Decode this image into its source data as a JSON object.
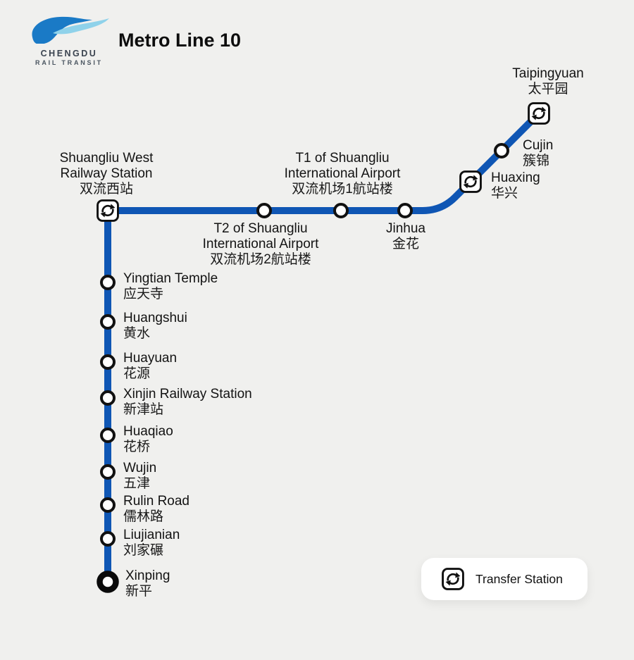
{
  "header": {
    "logo": {
      "name_line1": "CHENGDU",
      "name_line2": "RAIL TRANSIT",
      "swoosh_dark": "#1a7ac6",
      "swoosh_light": "#8fd2ea"
    },
    "title": "Metro Line 10"
  },
  "line": {
    "name": "Metro Line 10",
    "color": "#0f56b4"
  },
  "colors": {
    "background": "#f0f0ee",
    "marker_stroke": "#111111",
    "marker_fill": "#ffffff"
  },
  "legend": {
    "transfer_label": "Transfer Station",
    "transfer_icon": "circular-arrows"
  },
  "stations": [
    {
      "en": "Taipingyuan",
      "zh": "太平园",
      "type": "transfer"
    },
    {
      "en": "Cujin",
      "zh": "簇锦",
      "type": "regular"
    },
    {
      "en": "Huaxing",
      "zh": "华兴",
      "type": "transfer"
    },
    {
      "en": "Jinhua",
      "zh": "金花",
      "type": "regular"
    },
    {
      "en": "T1 of Shuangliu International Airport",
      "zh": "双流机场1航站楼",
      "type": "regular"
    },
    {
      "en": "T2 of Shuangliu International Airport",
      "zh": "双流机场2航站楼",
      "type": "regular"
    },
    {
      "en": "Shuangliu West Railway Station",
      "zh": "双流西站",
      "type": "transfer"
    },
    {
      "en": "Yingtian Temple",
      "zh": "应天寺",
      "type": "regular"
    },
    {
      "en": "Huangshui",
      "zh": "黄水",
      "type": "regular"
    },
    {
      "en": "Huayuan",
      "zh": "花源",
      "type": "regular"
    },
    {
      "en": "Xinjin Railway Station",
      "zh": "新津站",
      "type": "regular"
    },
    {
      "en": "Huaqiao",
      "zh": "花桥",
      "type": "regular"
    },
    {
      "en": "Wujin",
      "zh": "五津",
      "type": "regular"
    },
    {
      "en": "Rulin Road",
      "zh": "儒林路",
      "type": "regular"
    },
    {
      "en": "Liujianian",
      "zh": "刘家碾",
      "type": "regular"
    },
    {
      "en": "Xinping",
      "zh": "新平",
      "type": "terminus"
    }
  ]
}
